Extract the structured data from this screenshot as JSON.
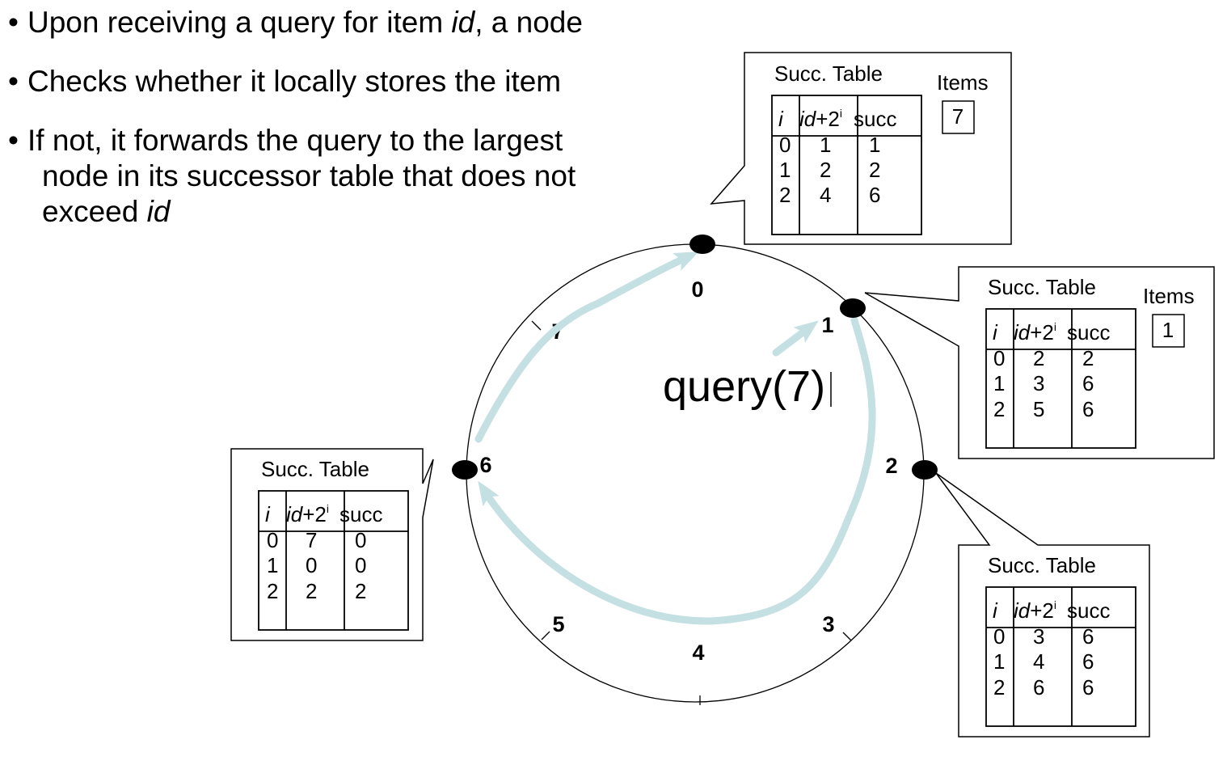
{
  "bullets": [
    {
      "lines": [
        [
          "Upon receiving a query for item ",
          "id",
          ", a node"
        ]
      ]
    },
    {
      "lines": [
        [
          "Checks whether it locally stores the item"
        ]
      ]
    },
    {
      "lines": [
        [
          "If not, it forwards the query to the largest"
        ],
        [
          "node in its successor table that does not"
        ],
        [
          "exceed ",
          "id",
          ""
        ]
      ]
    }
  ],
  "ring": {
    "positions": [
      "0",
      "1",
      "2",
      "3",
      "4",
      "5",
      "6",
      "7"
    ]
  },
  "query_label": "query(7)",
  "table_labels": {
    "title": "Succ. Table",
    "col_i": "i",
    "col_id": "id",
    "col_plus": "+2",
    "col_sup": "i",
    "col_succ": "succ",
    "items": "Items"
  },
  "tables": [
    {
      "node": "0",
      "rows": [
        [
          "0",
          "1",
          "1"
        ],
        [
          "1",
          "2",
          "2"
        ],
        [
          "2",
          "4",
          "6"
        ]
      ],
      "items": [
        "7"
      ]
    },
    {
      "node": "1",
      "rows": [
        [
          "0",
          "2",
          "2"
        ],
        [
          "1",
          "3",
          "6"
        ],
        [
          "2",
          "5",
          "6"
        ]
      ],
      "items": [
        "1"
      ]
    },
    {
      "node": "2",
      "rows": [
        [
          "0",
          "3",
          "6"
        ],
        [
          "1",
          "4",
          "6"
        ],
        [
          "2",
          "6",
          "6"
        ]
      ],
      "items": []
    },
    {
      "node": "6",
      "rows": [
        [
          "0",
          "7",
          "0"
        ],
        [
          "1",
          "0",
          "0"
        ],
        [
          "2",
          "2",
          "2"
        ]
      ],
      "items": []
    }
  ],
  "colors": {
    "arrow": "#c4e0e3",
    "ink": "#000000"
  }
}
